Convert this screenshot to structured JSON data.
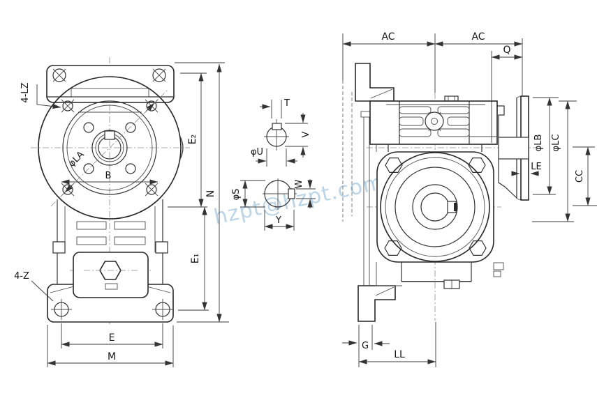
{
  "colors": {
    "line": "#262626",
    "watermark": "#8fb9d9",
    "background": "#ffffff"
  },
  "watermark": {
    "text": "hzpt@hzpt.com"
  },
  "front_view": {
    "top_holes_label": "4-LZ",
    "bolt_circle_label": "φLA",
    "flange_width_label": "B",
    "bottom_holes_label": "4-Z",
    "dim_e": "E",
    "dim_m": "M",
    "dim_e2": "E₂",
    "dim_e1": "E₁",
    "dim_n": "N"
  },
  "shaft_sections": {
    "input": {
      "dim_t": "T",
      "dim_v": "V",
      "dim_u": "φU"
    },
    "output": {
      "dim_s": "φS",
      "dim_w": "W",
      "dim_y": "Y"
    }
  },
  "side_view": {
    "dim_ac_left": "AC",
    "dim_ac_right": "AC",
    "dim_q": "Q",
    "dim_lb": "φLB",
    "dim_lc": "φLC",
    "dim_le": "LE",
    "dim_cc": "CC",
    "dim_g": "G",
    "dim_ll": "LL"
  }
}
